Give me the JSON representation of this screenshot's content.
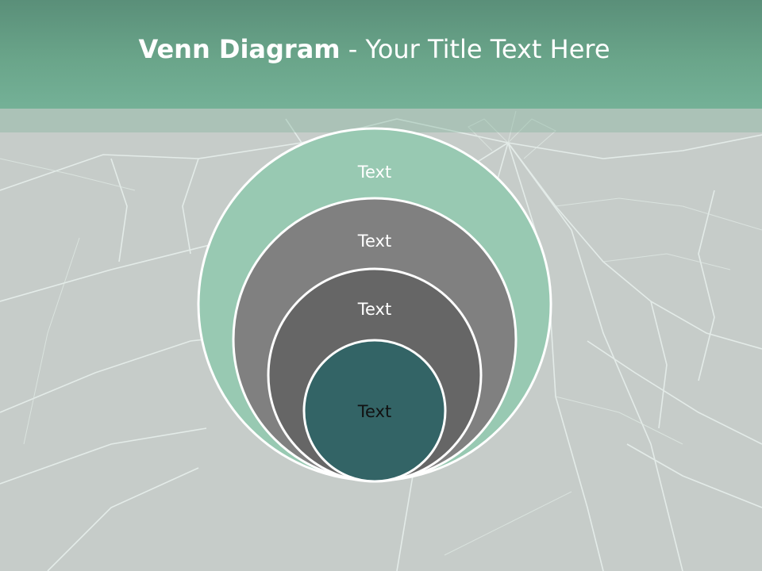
{
  "slide": {
    "title_bold": "Venn Diagram",
    "title_rest": " - Your Title Text Here"
  },
  "diagram": {
    "circles": [
      {
        "label": "Text",
        "fill": "#98c9b2",
        "text_color": "#ffffff"
      },
      {
        "label": "Text",
        "fill": "#808080",
        "text_color": "#ffffff"
      },
      {
        "label": "Text",
        "fill": "#666666",
        "text_color": "#ffffff"
      },
      {
        "label": "Text",
        "fill": "#336466",
        "text_color": "#111111"
      }
    ]
  },
  "colors": {
    "title_bar": "#6aa58a",
    "background": "#c7cdca",
    "circle_outline": "#ffffff"
  }
}
